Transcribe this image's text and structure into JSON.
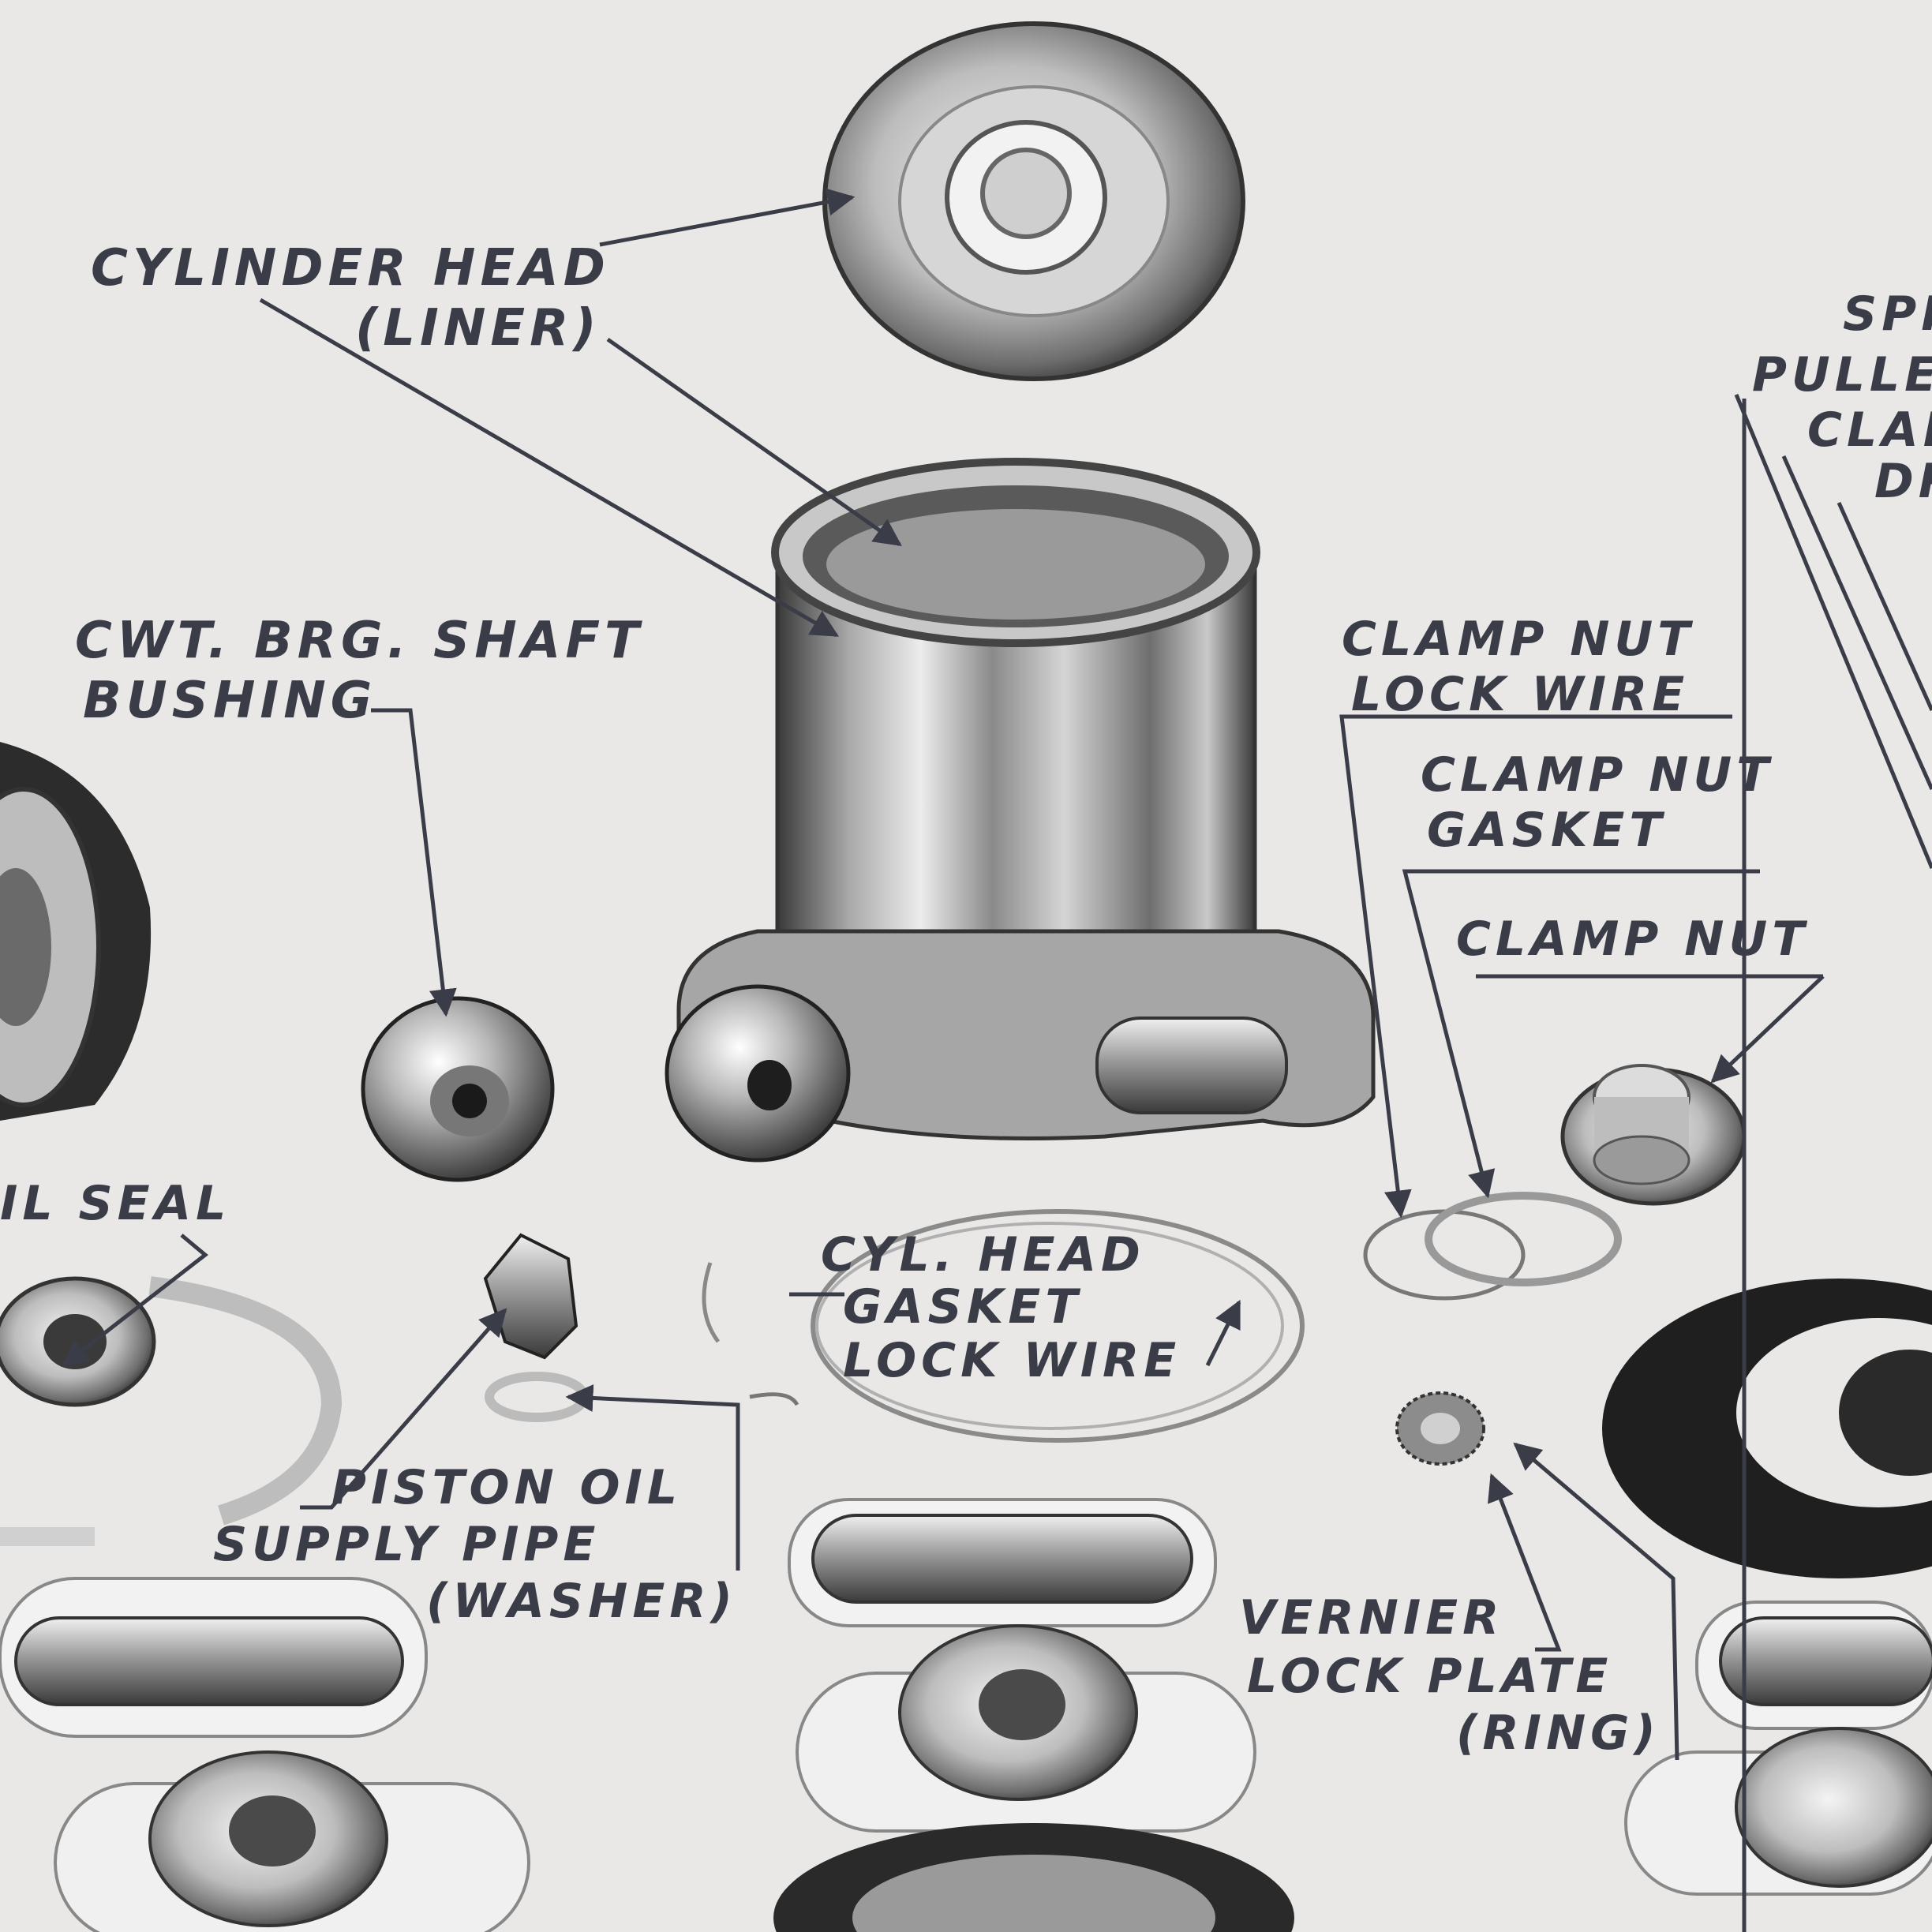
{
  "labels": {
    "cylinder_head": [
      "CYLINDER HEAD",
      "(LINER)"
    ],
    "cwt_brg_shaft_bushing": [
      "CWT. BRG. SHAFT",
      "BUSHING"
    ],
    "oil_seal": "IL SEAL",
    "piston_oil_supply_pipe": [
      "PISTON OIL",
      "SUPPLY PIPE",
      "(WASHER)"
    ],
    "cyl_head_gasket_lock_wire": [
      "CYL. HEAD",
      "GASKET",
      "LOCK WIRE"
    ],
    "clamp_nut_lock_wire": [
      "CLAMP NUT",
      "LOCK WIRE"
    ],
    "clamp_nut_gasket": [
      "CLAMP NUT",
      "GASKET"
    ],
    "clamp_nut": "CLAMP NUT",
    "vernier_lock_plate": [
      "VERNIER",
      "LOCK PLATE",
      "(RING)"
    ],
    "right_edge_fragments": [
      "SPI",
      "PULLE",
      "CLAM",
      "DR"
    ]
  },
  "colors": {
    "paper": "#e9e8e6",
    "ink": "#3a3d47",
    "metal_light": "#d9d9d9",
    "metal_dark": "#2a2a2e"
  }
}
